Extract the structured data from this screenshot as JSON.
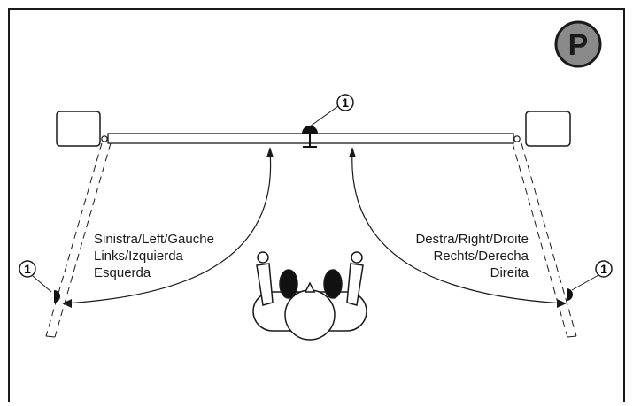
{
  "badge": {
    "letter": "P",
    "fill": "#8a8a8a"
  },
  "markers": {
    "center": "1",
    "left": "1",
    "right": "1"
  },
  "labels": {
    "left": [
      "Sinistra/Left/Gauche",
      "Links/Izquierda",
      "Esquerda"
    ],
    "right": [
      "Destra/Right/Droite",
      "Rechts/Derecha",
      "Direita"
    ]
  },
  "colors": {
    "stroke": "#1a1a1a",
    "background": "#ffffff",
    "sensor": "#111111"
  }
}
